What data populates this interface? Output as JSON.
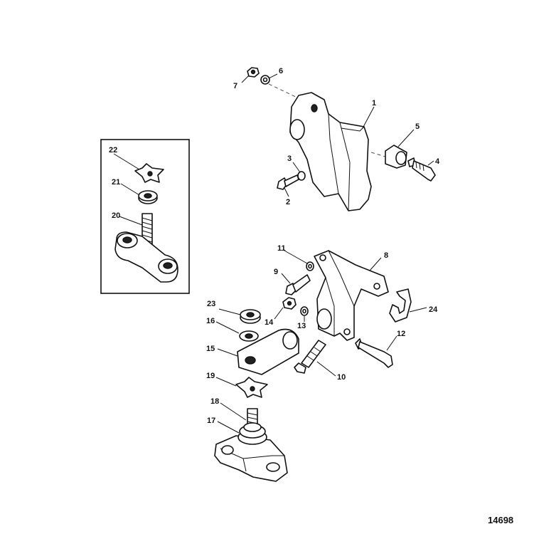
{
  "diagram": {
    "callouts": {
      "c1": "1",
      "c2": "2",
      "c3": "3",
      "c4": "4",
      "c5": "5",
      "c6": "6",
      "c7": "7",
      "c8": "8",
      "c9": "9",
      "c10": "10",
      "c11": "11",
      "c12": "12",
      "c13": "13",
      "c14": "14",
      "c15": "15",
      "c16": "16",
      "c17": "17",
      "c18": "18",
      "c19": "19",
      "c20": "20",
      "c21": "21",
      "c22": "22",
      "c23": "23",
      "c24": "24"
    },
    "drawing_number": "14698"
  }
}
